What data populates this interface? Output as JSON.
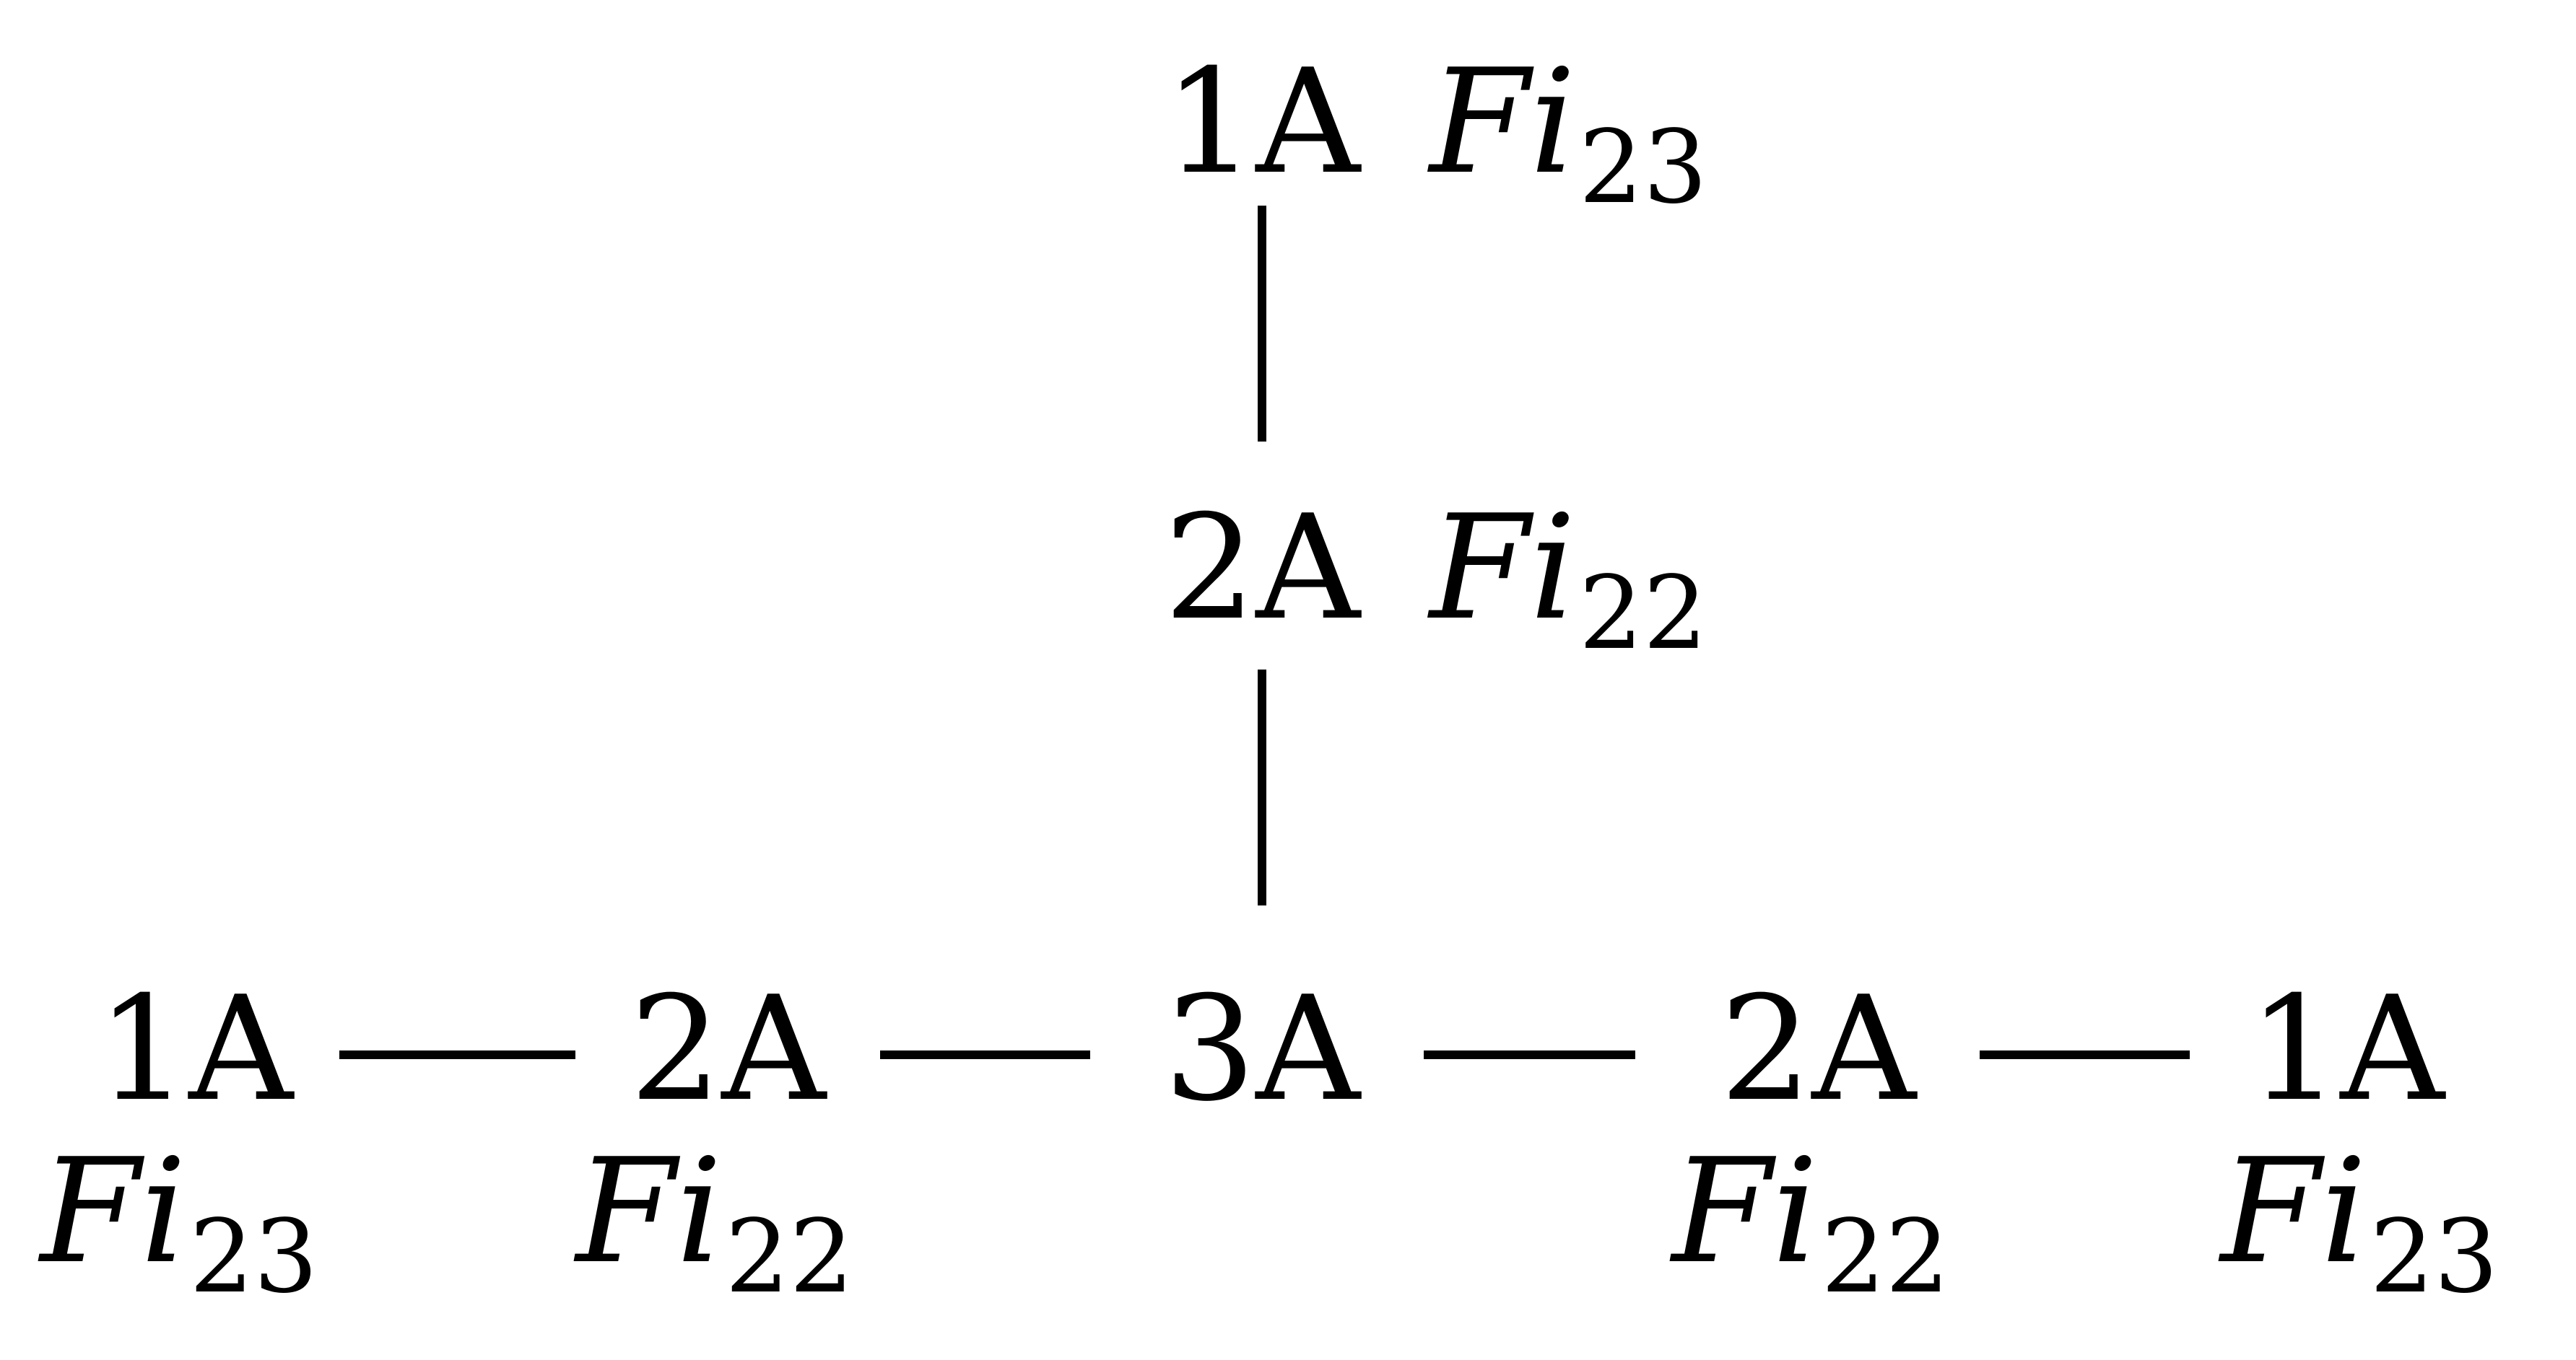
{
  "nodes": {
    "top": {
      "label": "1A",
      "group_base": "Fi",
      "group_index": "23"
    },
    "middle": {
      "label": "2A",
      "group_base": "Fi",
      "group_index": "22"
    },
    "b1": {
      "label": "1A",
      "group_base": "Fi",
      "group_index": "23"
    },
    "b2": {
      "label": "2A",
      "group_base": "Fi",
      "group_index": "22"
    },
    "b3": {
      "label": "3A"
    },
    "b4": {
      "label": "2A",
      "group_base": "Fi",
      "group_index": "22"
    },
    "b5": {
      "label": "1A",
      "group_base": "Fi",
      "group_index": "23"
    }
  },
  "edges": [
    {
      "from": "top",
      "to": "middle"
    },
    {
      "from": "middle",
      "to": "b3"
    },
    {
      "from": "b1",
      "to": "b2"
    },
    {
      "from": "b2",
      "to": "b3"
    },
    {
      "from": "b3",
      "to": "b4"
    },
    {
      "from": "b4",
      "to": "b5"
    }
  ],
  "style": {
    "stroke": "#000000",
    "text": "#000000",
    "background": "#ffffff"
  }
}
